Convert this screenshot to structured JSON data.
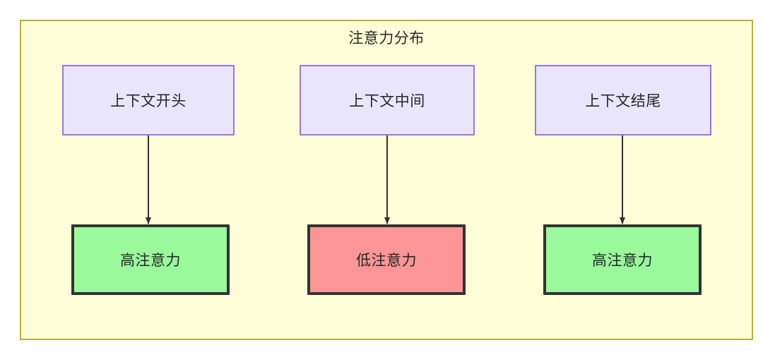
{
  "diagram": {
    "title": "注意力分布",
    "container": {
      "fill": "#fdfdd8",
      "stroke": "#b9b037"
    },
    "context_nodes": [
      {
        "label": "上下文开头",
        "fill": "#e9e6fc",
        "stroke": "#9a76e0"
      },
      {
        "label": "上下文中间",
        "fill": "#e9e6fc",
        "stroke": "#9a76e0"
      },
      {
        "label": "上下文结尾",
        "fill": "#e9e6fc",
        "stroke": "#9a76e0"
      }
    ],
    "attention_nodes": [
      {
        "label": "高注意力",
        "fill": "#99f99b",
        "stroke": "#333333"
      },
      {
        "label": "低注意力",
        "fill": "#fc9596",
        "stroke": "#333333"
      },
      {
        "label": "高注意力",
        "fill": "#99f99b",
        "stroke": "#333333"
      }
    ],
    "edges": [
      {
        "from": "上下文开头",
        "to": "高注意力",
        "arrow": "arrow-down-icon"
      },
      {
        "from": "上下文中间",
        "to": "低注意力",
        "arrow": "arrow-down-icon"
      },
      {
        "from": "上下文结尾",
        "to": "高注意力",
        "arrow": "arrow-down-icon"
      }
    ]
  }
}
